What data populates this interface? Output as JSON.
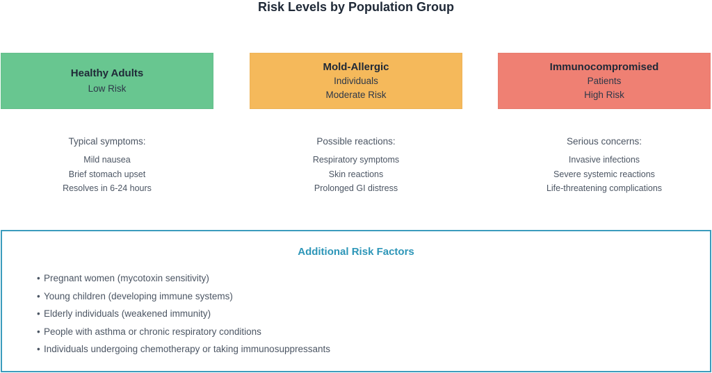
{
  "title": "Risk Levels by Population Group",
  "groups": [
    {
      "name": "Healthy Adults",
      "lines": [
        "Low Risk"
      ],
      "color": "#68c690",
      "detail_heading": "Typical symptoms:",
      "details": [
        "Mild nausea",
        "Brief stomach upset",
        "Resolves in 6-24 hours"
      ]
    },
    {
      "name": "Mold-Allergic",
      "lines": [
        "Individuals",
        "Moderate Risk"
      ],
      "color": "#f5b95b",
      "detail_heading": "Possible reactions:",
      "details": [
        "Respiratory symptoms",
        "Skin reactions",
        "Prolonged GI distress"
      ]
    },
    {
      "name": "Immunocompromised",
      "lines": [
        "Patients",
        "High Risk"
      ],
      "color": "#ef8073",
      "detail_heading": "Serious concerns:",
      "details": [
        "Invasive infections",
        "Severe systemic reactions",
        "Life-threatening complications"
      ]
    }
  ],
  "additional": {
    "title": "Additional Risk Factors",
    "bullet": "•",
    "border_color": "#3b9cbd",
    "items": [
      "Pregnant women (mycotoxin sensitivity)",
      "Young children (developing immune systems)",
      "Elderly individuals (weakened immunity)",
      "People with asthma or chronic respiratory conditions",
      "Individuals undergoing chemotherapy or taking immunosuppressants"
    ]
  }
}
